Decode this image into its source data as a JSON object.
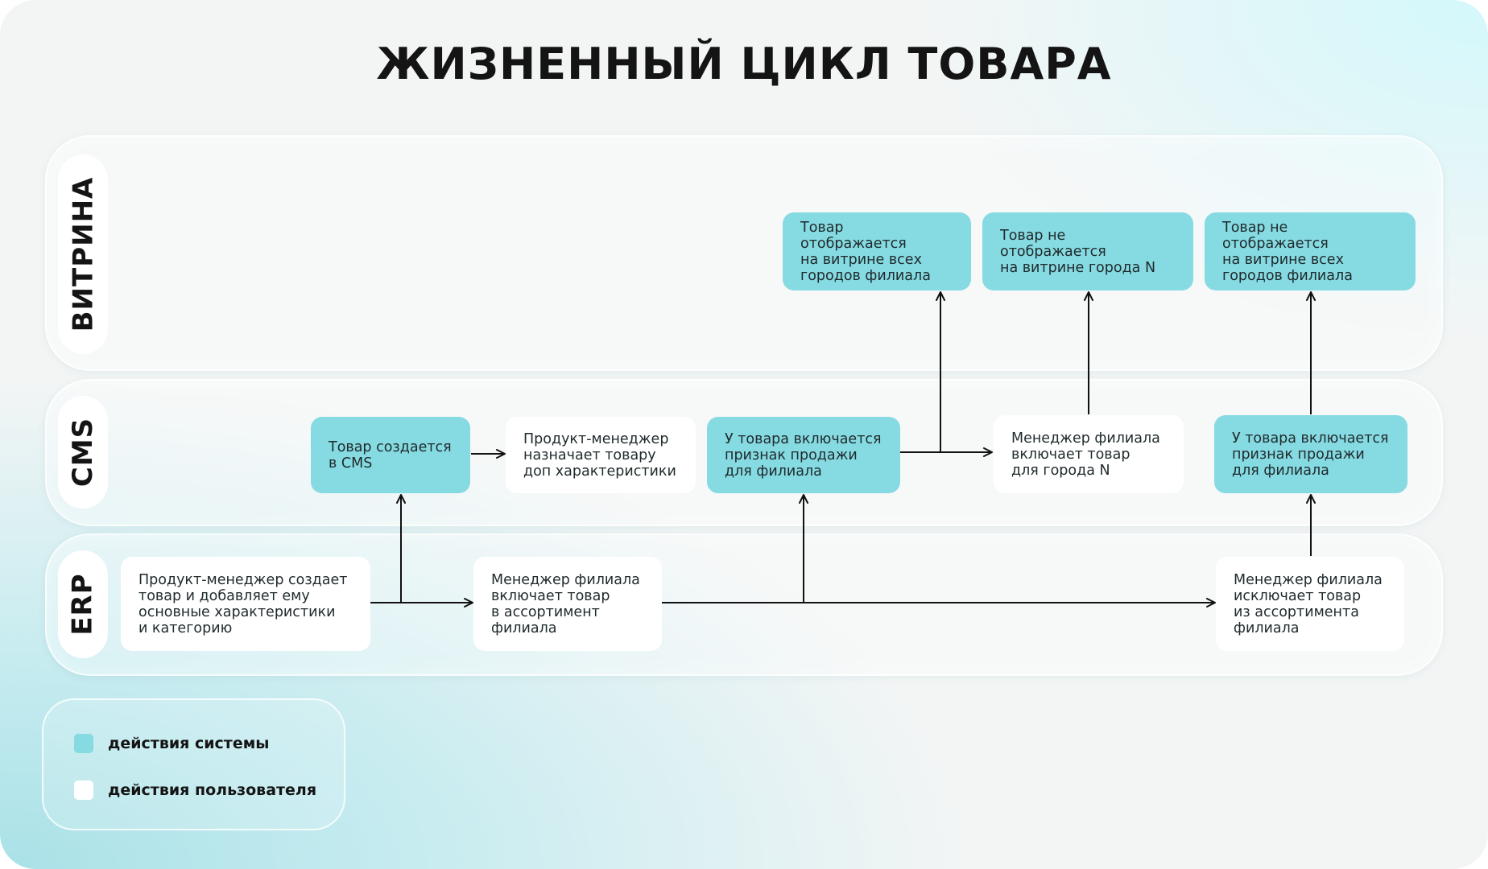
{
  "title": "ЖИЗНЕННЫЙ ЦИКЛ ТОВАРА",
  "colors": {
    "system": "#86dae2",
    "user": "#ffffff",
    "text": "#141414",
    "arrow": "#111111"
  },
  "lanes": {
    "vitrina": "ВИТРИНА",
    "cms": "CMS",
    "erp": "ERP"
  },
  "boxes": {
    "erp_create": {
      "text": "Продукт-менеджер создает\nтовар и добавляет ему\nосновные характеристики\nи категорию",
      "kind": "user"
    },
    "erp_include": {
      "text": "Менеджер филиала\nвключает товар\nв ассортимент\nфилиала",
      "kind": "user"
    },
    "erp_exclude": {
      "text": "Менеджер филиала\nисключает товар\nиз ассортимента\nфилиала",
      "kind": "user"
    },
    "cms_created": {
      "text": "Товар создается\nв CMS",
      "kind": "system"
    },
    "cms_assign": {
      "text": "Продукт-менеджер\nназначает товару\nдоп характеристики",
      "kind": "user"
    },
    "cms_sale_on_1": {
      "text": "У товара включается\nпризнак продажи\nдля филиала",
      "kind": "system"
    },
    "cms_city_include": {
      "text": "Менеджер филиала\nвключает товар\nдля города N",
      "kind": "user"
    },
    "cms_sale_on_2": {
      "text": "У товара включается\nпризнак продажи\nдля филиала",
      "kind": "system"
    },
    "vit_shown_all": {
      "text": "Товар отображается\nна витрине всех\nгородов филиала",
      "kind": "system"
    },
    "vit_hidden_city": {
      "text": "Товар не отображается\nна витрине города N",
      "kind": "system"
    },
    "vit_hidden_all": {
      "text": "Товар не отображается\nна витрине всех\nгородов филиала",
      "kind": "system"
    }
  },
  "legend": {
    "system_label": "действия системы",
    "user_label": "действия пользователя"
  }
}
